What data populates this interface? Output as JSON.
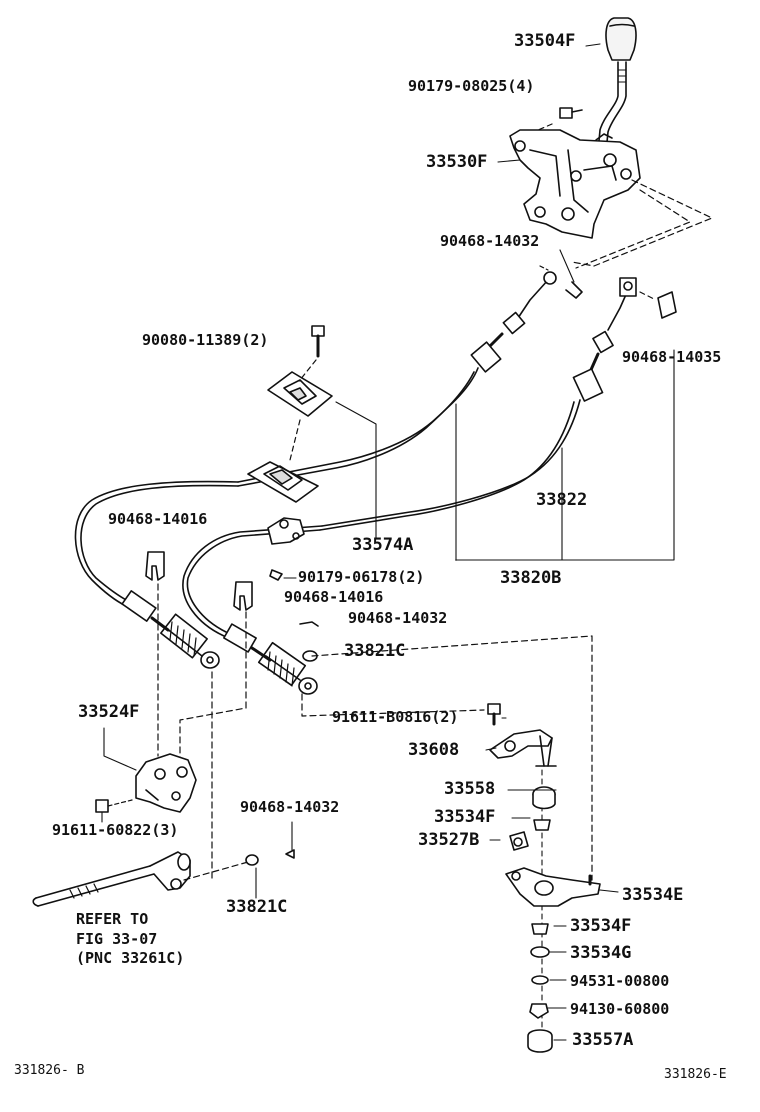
{
  "diagram": {
    "part_labels": [
      "33504F",
      "90179-08025(4)",
      "33530F",
      "90468-14032",
      "90080-11389(2)",
      "90468-14035",
      "33822",
      "33574A",
      "33820B",
      "90468-14016",
      "90179-06178(2)",
      "90468-14016",
      "90468-14032",
      "33821C",
      "91611-B0816(2)",
      "33524F",
      "33608",
      "33558",
      "33534F",
      "33527B",
      "91611-60822(3)",
      "90468-14032",
      "33534E",
      "33821C",
      "33534F",
      "33534G",
      "94531-00800",
      "94130-60800",
      "33557A"
    ],
    "reference_note": [
      "REFER TO",
      "FIG 33-07",
      "(PNC 33261C)"
    ],
    "footer": {
      "left_code": "331826- B",
      "right_code": "331826-E"
    }
  }
}
